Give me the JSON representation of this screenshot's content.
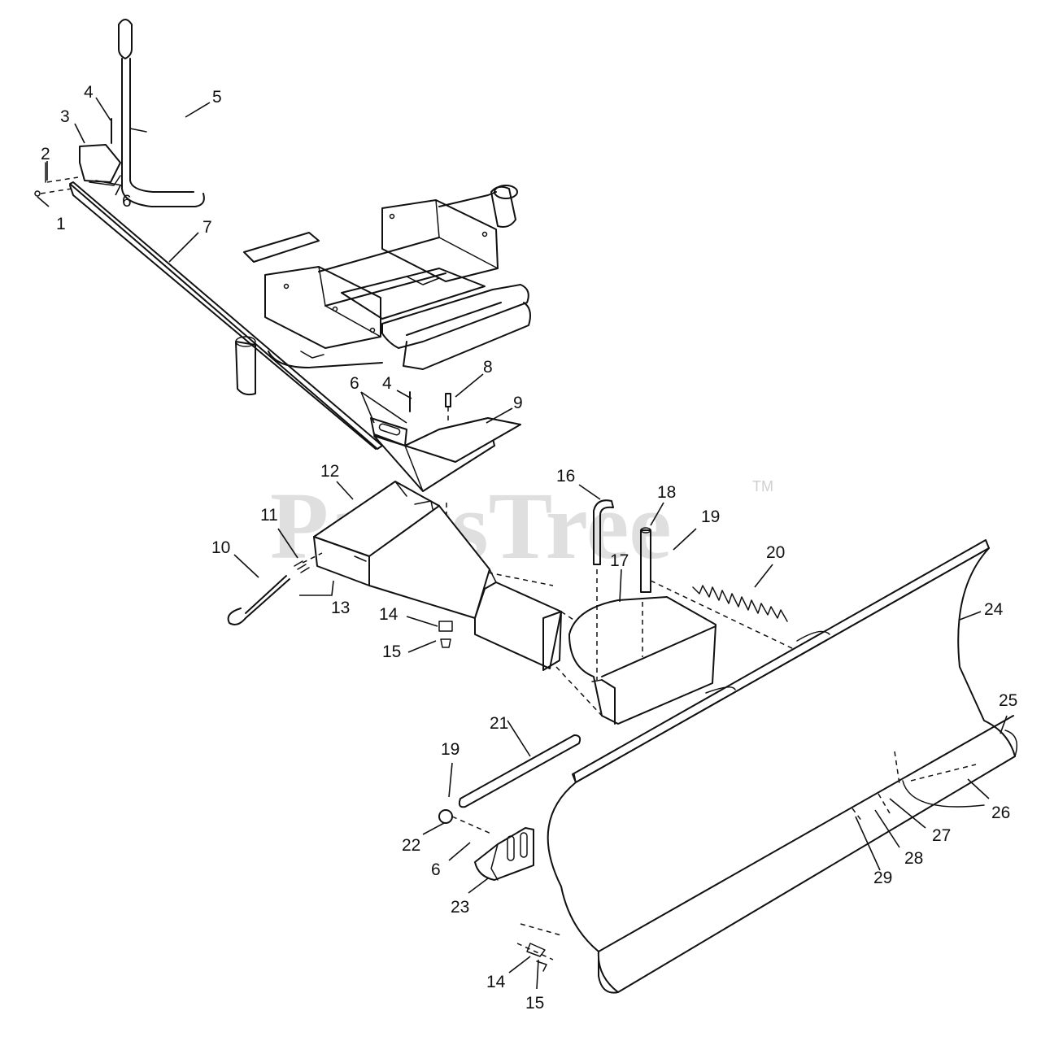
{
  "watermark": {
    "text": "PartsTree",
    "trademark": "TM"
  },
  "callouts": [
    {
      "id": "1",
      "label": "1"
    },
    {
      "id": "2",
      "label": "2"
    },
    {
      "id": "3",
      "label": "3"
    },
    {
      "id": "4a",
      "label": "4"
    },
    {
      "id": "5",
      "label": "5"
    },
    {
      "id": "6a",
      "label": "6"
    },
    {
      "id": "7",
      "label": "7"
    },
    {
      "id": "6b",
      "label": "6"
    },
    {
      "id": "4b",
      "label": "4"
    },
    {
      "id": "8",
      "label": "8"
    },
    {
      "id": "9",
      "label": "9"
    },
    {
      "id": "12",
      "label": "12"
    },
    {
      "id": "11",
      "label": "11"
    },
    {
      "id": "10",
      "label": "10"
    },
    {
      "id": "13",
      "label": "13"
    },
    {
      "id": "14a",
      "label": "14"
    },
    {
      "id": "15a",
      "label": "15"
    },
    {
      "id": "16",
      "label": "16"
    },
    {
      "id": "17",
      "label": "17"
    },
    {
      "id": "18",
      "label": "18"
    },
    {
      "id": "19a",
      "label": "19"
    },
    {
      "id": "20",
      "label": "20"
    },
    {
      "id": "24",
      "label": "24"
    },
    {
      "id": "21",
      "label": "21"
    },
    {
      "id": "19b",
      "label": "19"
    },
    {
      "id": "22",
      "label": "22"
    },
    {
      "id": "6c",
      "label": "6"
    },
    {
      "id": "23",
      "label": "23"
    },
    {
      "id": "25",
      "label": "25"
    },
    {
      "id": "26",
      "label": "26"
    },
    {
      "id": "27",
      "label": "27"
    },
    {
      "id": "28",
      "label": "28"
    },
    {
      "id": "29",
      "label": "29"
    },
    {
      "id": "14b",
      "label": "14"
    },
    {
      "id": "15b",
      "label": "15"
    }
  ]
}
